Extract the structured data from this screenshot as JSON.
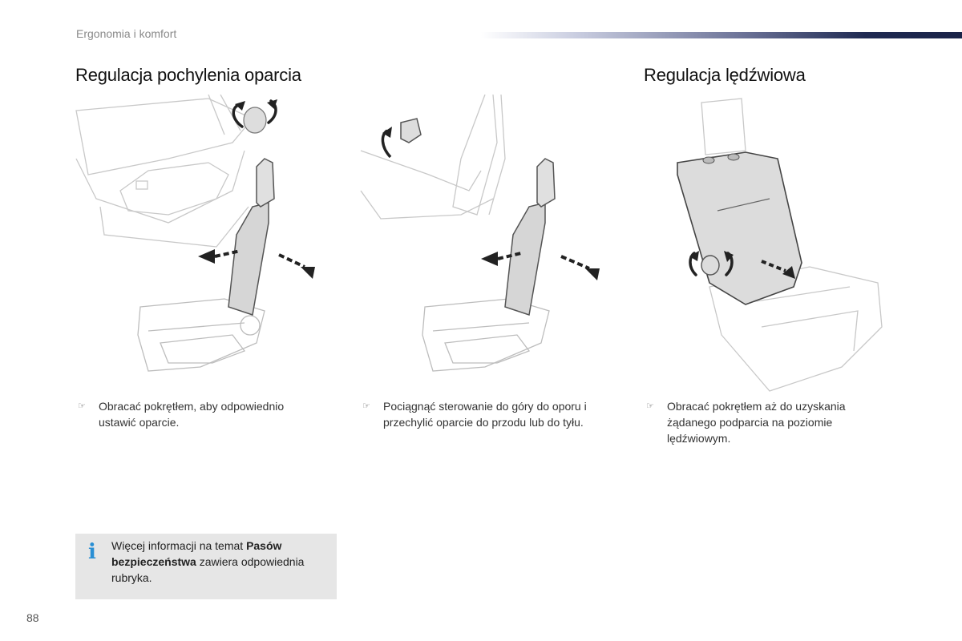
{
  "header": {
    "section": "Ergonomia i komfort"
  },
  "titles": {
    "left": "Regulacja pochylenia oparcia",
    "right": "Regulacja lędźwiowa"
  },
  "steps": [
    {
      "bullet": "☞",
      "text": "Obracać pokrętłem, aby odpowiednio ustawić oparcie."
    },
    {
      "bullet": "☞",
      "text": "Pociągnąć sterowanie do góry do oporu i przechylić oparcie do przodu lub do tyłu."
    },
    {
      "bullet": "☞",
      "text": "Obracać pokrętłem aż do uzyskania żądanego podparcia na poziomie lędźwiowym."
    }
  ],
  "info": {
    "icon": "i",
    "prefix": "Więcej informacji na temat ",
    "bold": "Pasów bezpieczeństwa",
    "suffix": " zawiera odpowiednia rubryka."
  },
  "footer": {
    "page": "88"
  },
  "colors": {
    "accent_dark": "#1f2a52",
    "info_icon": "#2a8fd4",
    "infobox_bg": "#e6e6e6"
  }
}
